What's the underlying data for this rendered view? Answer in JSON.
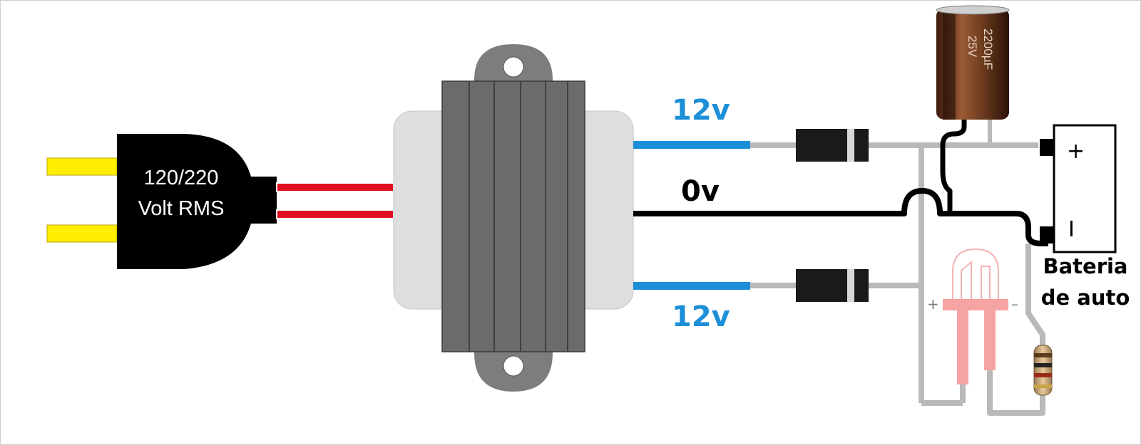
{
  "plug": {
    "line1": "120/220",
    "line2": "Volt RMS"
  },
  "transformer": {
    "top_output": "12v",
    "center_tap": "0v",
    "bottom_output": "12v"
  },
  "capacitor": {
    "marking1": "2200µF",
    "marking2": "25V"
  },
  "battery": {
    "plus": "+",
    "minus": "I",
    "caption_line1": "Bateria",
    "caption_line2": "de auto"
  },
  "led": {
    "plus": "+",
    "minus": "–"
  },
  "colors": {
    "output_wire": "#1d8fd8",
    "input_wire": "#e01020",
    "plug_pins": "#ffee00",
    "circuit_wire": "#b9b9b9",
    "led": "#f5a3a3"
  }
}
